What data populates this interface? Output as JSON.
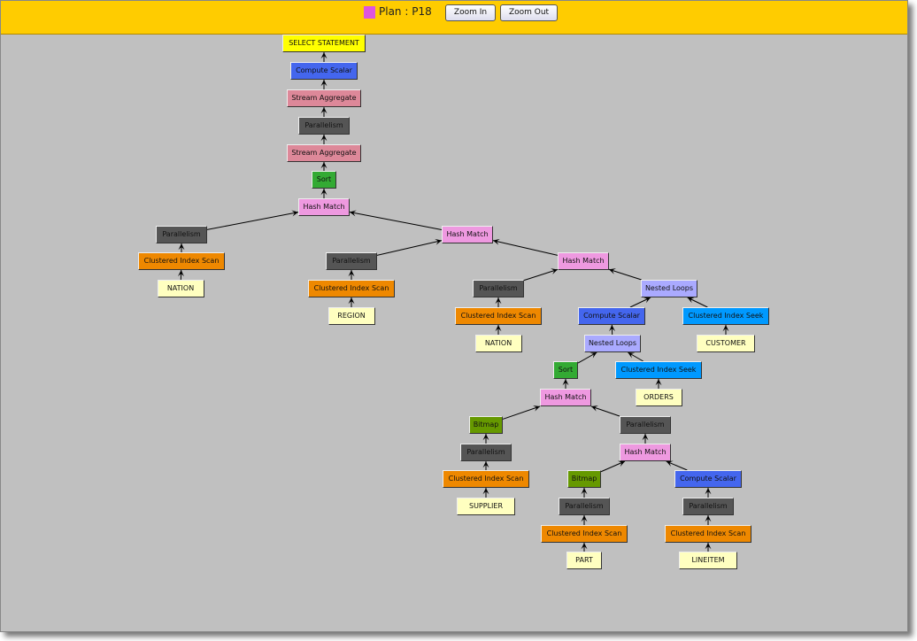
{
  "toolbar": {
    "plan_label": "Plan : P18",
    "zoom_in": "Zoom In",
    "zoom_out": "Zoom Out",
    "swatch_color": "#dd55dd"
  },
  "colors": {
    "select": "#ffff00",
    "compute": "#4466ee",
    "stream": "#dd8899",
    "parallel": "#555555",
    "sort": "#33aa33",
    "hash": "#ee99e0",
    "scan": "#ee8800",
    "table": "#ffffc0",
    "loops": "#aaaaff",
    "seek": "#0099ff",
    "bitmap": "#669900"
  },
  "nodes": [
    {
      "label": "SELECT STATEMENT",
      "type": "select",
      "parent": null
    },
    {
      "label": "Compute Scalar",
      "type": "compute",
      "parent": 0
    },
    {
      "label": "Stream Aggregate",
      "type": "stream",
      "parent": 1
    },
    {
      "label": "Parallelism",
      "type": "parallel",
      "parent": 2
    },
    {
      "label": "Stream Aggregate",
      "type": "stream",
      "parent": 3
    },
    {
      "label": "Sort",
      "type": "sort",
      "parent": 4
    },
    {
      "label": "Hash Match",
      "type": "hash",
      "parent": 5
    },
    {
      "label": "Parallelism",
      "type": "parallel",
      "parent": 6
    },
    {
      "label": "Clustered Index Scan",
      "type": "scan",
      "parent": 7
    },
    {
      "label": "NATION",
      "type": "table",
      "parent": 8
    },
    {
      "label": "Hash Match",
      "type": "hash",
      "parent": 6
    },
    {
      "label": "Parallelism",
      "type": "parallel",
      "parent": 10
    },
    {
      "label": "Clustered Index Scan",
      "type": "scan",
      "parent": 11
    },
    {
      "label": "REGION",
      "type": "table",
      "parent": 12
    },
    {
      "label": "Hash Match",
      "type": "hash",
      "parent": 10
    },
    {
      "label": "Parallelism",
      "type": "parallel",
      "parent": 14
    },
    {
      "label": "Clustered Index Scan",
      "type": "scan",
      "parent": 15
    },
    {
      "label": "NATION",
      "type": "table",
      "parent": 16
    },
    {
      "label": "Nested Loops",
      "type": "loops",
      "parent": 14
    },
    {
      "label": "Compute Scalar",
      "type": "compute",
      "parent": 18
    },
    {
      "label": "Clustered Index Seek",
      "type": "seek",
      "parent": 18
    },
    {
      "label": "CUSTOMER",
      "type": "table",
      "parent": 20
    },
    {
      "label": "Nested Loops",
      "type": "loops",
      "parent": 19
    },
    {
      "label": "Sort",
      "type": "sort",
      "parent": 22
    },
    {
      "label": "Clustered Index Seek",
      "type": "seek",
      "parent": 22
    },
    {
      "label": "ORDERS",
      "type": "table",
      "parent": 24
    },
    {
      "label": "Hash Match",
      "type": "hash",
      "parent": 23
    },
    {
      "label": "Bitmap",
      "type": "bitmap",
      "parent": 26
    },
    {
      "label": "Parallelism",
      "type": "parallel",
      "parent": 27
    },
    {
      "label": "Clustered Index Scan",
      "type": "scan",
      "parent": 28
    },
    {
      "label": "SUPPLIER",
      "type": "table",
      "parent": 29
    },
    {
      "label": "Parallelism",
      "type": "parallel",
      "parent": 26
    },
    {
      "label": "Hash Match",
      "type": "hash",
      "parent": 31
    },
    {
      "label": "Bitmap",
      "type": "bitmap",
      "parent": 32
    },
    {
      "label": "Parallelism",
      "type": "parallel",
      "parent": 33
    },
    {
      "label": "Clustered Index Scan",
      "type": "scan",
      "parent": 34
    },
    {
      "label": "PART",
      "type": "table",
      "parent": 35
    },
    {
      "label": "Compute Scalar",
      "type": "compute",
      "parent": 32
    },
    {
      "label": "Parallelism",
      "type": "parallel",
      "parent": 37
    },
    {
      "label": "Clustered Index Scan",
      "type": "scan",
      "parent": 38
    },
    {
      "label": "LINEITEM",
      "type": "table",
      "parent": 39
    }
  ]
}
